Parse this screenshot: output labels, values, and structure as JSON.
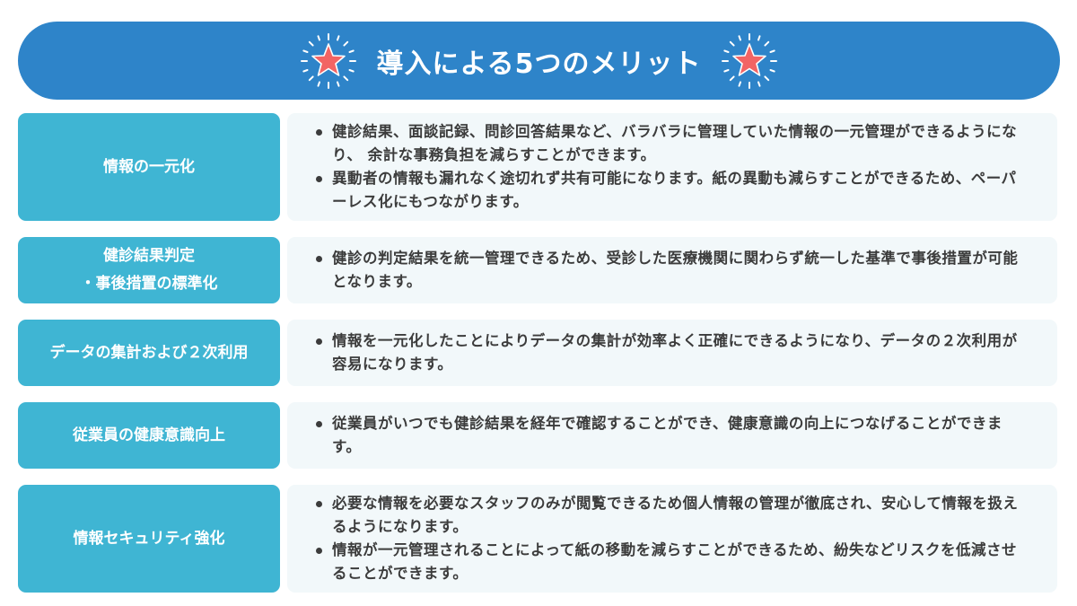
{
  "header": {
    "title": "導入による5つのメリット",
    "icon": "star-burst-icon",
    "background_color": "#2e84c9",
    "star_color": "#f26464"
  },
  "colors": {
    "label_box": "#3fb5d3",
    "content_box": "#f2f8fa",
    "text": "#3c3c3c"
  },
  "merits": [
    {
      "label": "情報の一元化",
      "bullets": [
        "健診結果、面談記録、問診回答結果など、バラバラに管理していた情報の一元管理ができるようになり、 余計な事務負担を減らすことができます。",
        "異動者の情報も漏れなく途切れず共有可能になります。紙の異動も減らすことができるため、ペーパーレス化にもつながります。"
      ]
    },
    {
      "label_line1": "健診結果判定",
      "label_line2": "・事後措置の標準化",
      "bullets": [
        "健診の判定結果を統一管理できるため、受診した医療機関に関わらず統一した基準で事後措置が可能となります。"
      ]
    },
    {
      "label": "データの集計および２次利用",
      "bullets": [
        "情報を一元化したことによりデータの集計が効率よく正確にできるようになり、データの２次利用が容易になります。"
      ]
    },
    {
      "label": "従業員の健康意識向上",
      "bullets": [
        "従業員がいつでも健診結果を経年で確認することができ、健康意識の向上につなげることができます。"
      ]
    },
    {
      "label": "情報セキュリティ強化",
      "bullets": [
        "必要な情報を必要なスタッフのみが閲覧できるため個人情報の管理が徹底され、安心して情報を扱えるようになります。",
        "情報が一元管理されることによって紙の移動を減らすことができるため、紛失などリスクを低減させることができます。"
      ]
    }
  ]
}
